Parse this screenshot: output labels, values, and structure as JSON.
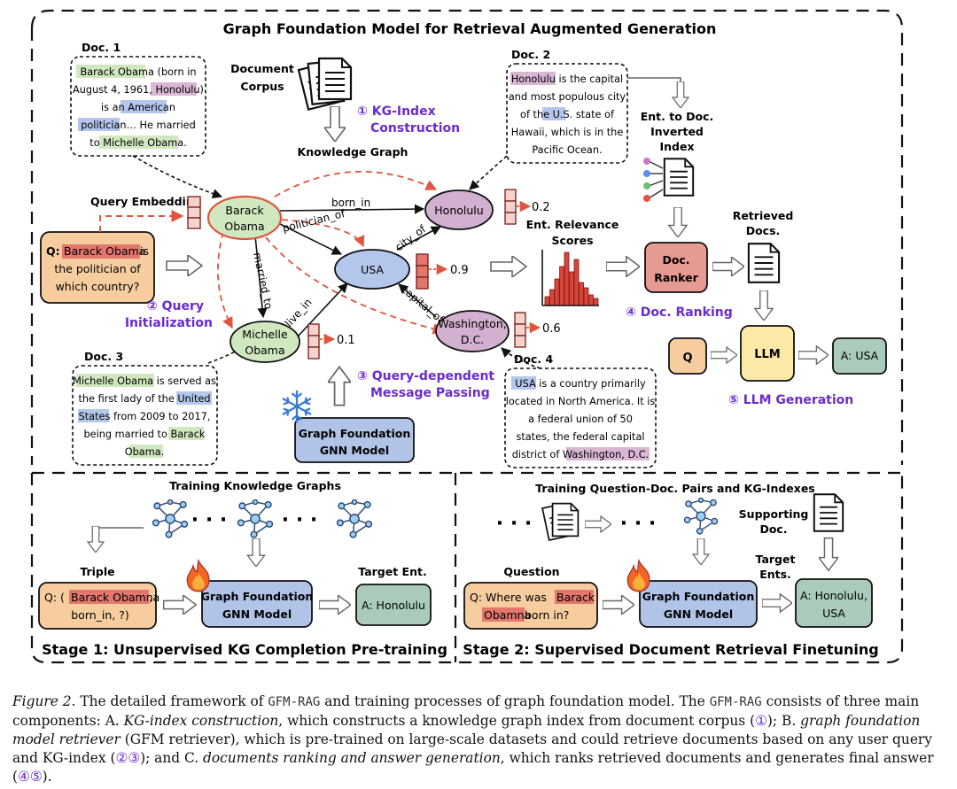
{
  "title": "Graph Foundation Model for Retrieval Augmented Generation",
  "stage1_title": "Stage 1: Unsupervised KG Completion Pre-training",
  "stage2_title": "Stage 2: Supervised Document Retrieval Finetuning",
  "docs": {
    "doc1": {
      "label": "Doc. 1",
      "lines": [
        "Barack Obama (born in",
        "August 4, 1961, Honolulu)",
        "is an American",
        "politician… He married",
        "to Michelle Obama."
      ]
    },
    "doc2": {
      "label": "Doc. 2",
      "lines": [
        "Honolulu is the capital",
        "and most populous city",
        "of the U.S. state of",
        "Hawaii, which is in the",
        "Pacific Ocean."
      ]
    },
    "doc3": {
      "label": "Doc. 3",
      "lines": [
        "Michelle Obama is served as",
        "the first lady of the United",
        "States from 2009 to 2017,",
        "being married to Barack",
        "Obama."
      ]
    },
    "doc4": {
      "label": "Doc. 4",
      "lines": [
        "USA is a country primarily",
        "located in North America. It is",
        "a federal union of 50",
        "states, the federal capital",
        "district of Washington, D.C."
      ]
    }
  },
  "labels": {
    "document_corpus": [
      "Document",
      "Corpus"
    ],
    "kg_index": [
      "① KG-Index",
      "Construction"
    ],
    "knowledge_graph": "Knowledge Graph",
    "query_embedding": "Query Embedding",
    "query_init": [
      "② Query",
      "Initialization"
    ],
    "query_mp": [
      "③ Query-dependent",
      "Message Passing"
    ],
    "gfm": [
      "Graph Foundation",
      "GNN Model"
    ],
    "ent_relevance": [
      "Ent. Relevance",
      "Scores"
    ],
    "inverted_index": [
      "Ent. to Doc.",
      "Inverted",
      "Index"
    ],
    "doc_ranker": [
      "Doc.",
      "Ranker"
    ],
    "doc_ranking": "④ Doc. Ranking",
    "retrieved_docs": [
      "Retrieved",
      "Docs."
    ],
    "llm": "LLM",
    "q": "Q",
    "answer": "A: USA",
    "llm_generation": "⑤ LLM Generation"
  },
  "query": {
    "prefix": "Q:",
    "entity": "Barack Obama",
    "rest1": " is",
    "line2": "the politician of",
    "line3": "which country?"
  },
  "nodes": {
    "barack": [
      "Barack",
      "Obama"
    ],
    "honolulu": "Honolulu",
    "usa": "USA",
    "michelle": [
      "Michelle",
      "Obama"
    ],
    "washington": [
      "Washington,",
      "D.C."
    ]
  },
  "edges": {
    "born_in": "born_in",
    "politician_of": "politician_of",
    "married_to": "married_to",
    "live_in": "live_in",
    "city_of": "city_of",
    "capital_of": "capital_of"
  },
  "scores": {
    "honolulu": "0.2",
    "usa": "0.9",
    "michelle": "0.1",
    "washington": "0.6"
  },
  "stage1": {
    "training_kgs": "Training Knowledge Graphs",
    "triple": "Triple",
    "q_line1_prefix": "Q: (",
    "q_entity": "Barack Obamna",
    "q_line1_suffix": ",",
    "q_line2": "born_in, ?)",
    "gfm": [
      "Graph Foundation",
      "GNN Model"
    ],
    "target_label": "Target Ent.",
    "target": "A: Honolulu",
    "dots": "· · ·"
  },
  "stage2": {
    "training_pairs": "Training Question-Doc. Pairs and KG-Indexes",
    "question_label": "Question",
    "q_line1_prefix": "Q: Where was ",
    "q_entity1": "Barack",
    "q_entity2": "Obamna",
    "q_line2_suffix": " born in?",
    "gfm": [
      "Graph Foundation",
      "GNN Model"
    ],
    "supporting": [
      "Supporting",
      "Doc."
    ],
    "target_label": [
      "Target",
      "Ents."
    ],
    "target": [
      "A: Honolulu,",
      "USA"
    ],
    "dots": "· · ·"
  },
  "caption": {
    "figure_label": "Figure 2.",
    "t1": " The detailed framework of ",
    "gfm_rag": "GFM-RAG",
    "t2": " and training processes of graph foundation model. The ",
    "t3": " consists of three main components: A. ",
    "it1": "KG-index construction",
    "t4": ", which constructs a knowledge graph index from document corpus (",
    "c1": "①",
    "t5": "); B. ",
    "it2": "graph foundation model retriever",
    "t6": " (GFM retriever), which is pre-trained on large-scale datasets and could retrieve documents based on any user query and KG-index (",
    "c23": "②③",
    "t7": "); and C. ",
    "it3": "documents ranking and answer generation",
    "t8": ", which ranks retrieved documents and generates final answer (",
    "c45": "④⑤",
    "t9": ")."
  },
  "colors": {
    "green_node": "#d4ecc4",
    "purple_node": "#d2b0cf",
    "blue_node": "#b4c6ec",
    "orange_box": "#f7cda0",
    "red_box": "#e79a92",
    "yellow_box": "#fbe9a7",
    "teal_box": "#aacbb9",
    "blue_box": "#b1c4e8",
    "red_dash": "#e0553d",
    "bar_red": "#d9453a",
    "accent_purple": "#6a2bd0"
  }
}
